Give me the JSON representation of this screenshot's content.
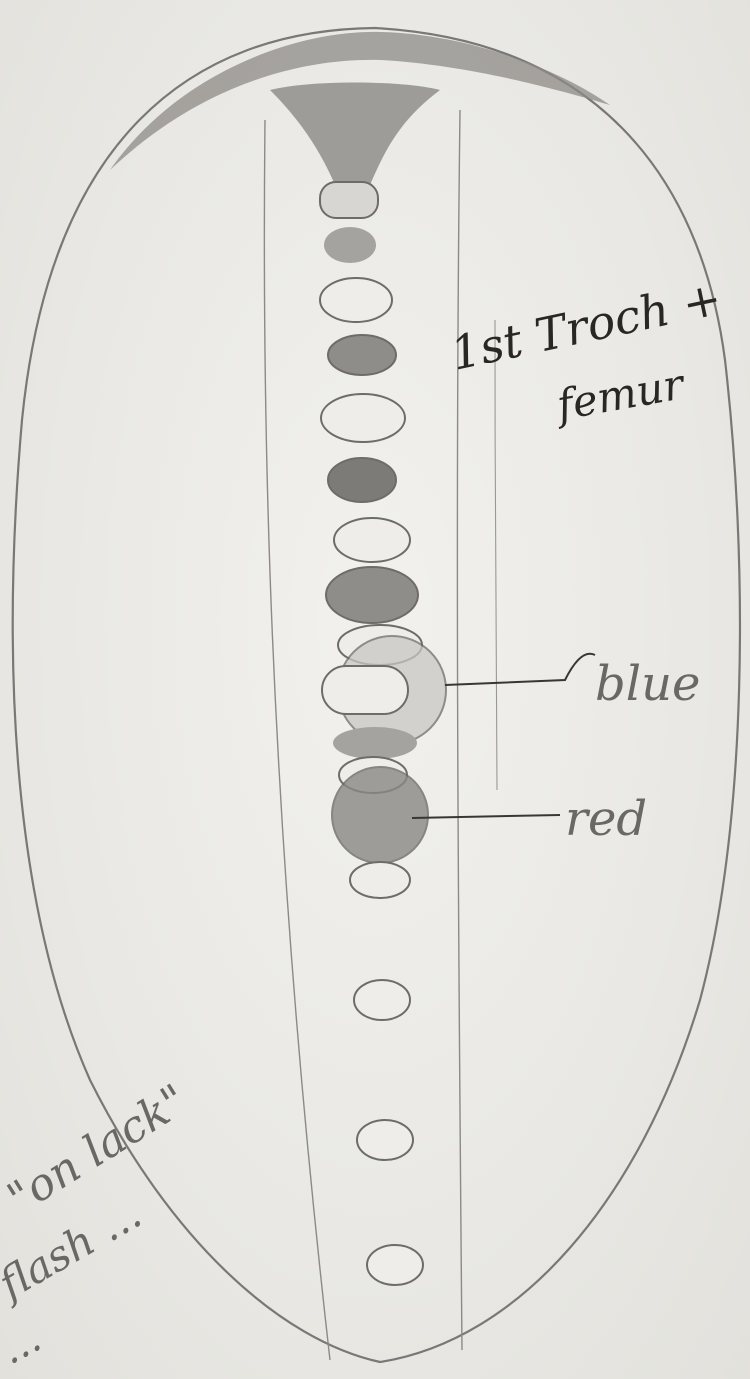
{
  "drawing": {
    "medium": "pencil sketch on paper",
    "annotations": {
      "top_right_line1": "1st Troch +",
      "top_right_line2": "femur",
      "label_blue": "blue",
      "label_red": "red",
      "bottom_left_line1": "\"on   lack\"",
      "bottom_left_line2": "flash  ...",
      "bottom_left_line3": "..."
    }
  },
  "colors": {
    "paper": "#eceae6",
    "pencil": "#6e6c68",
    "shade": "#8e8c88",
    "ink": "#2a2722"
  }
}
